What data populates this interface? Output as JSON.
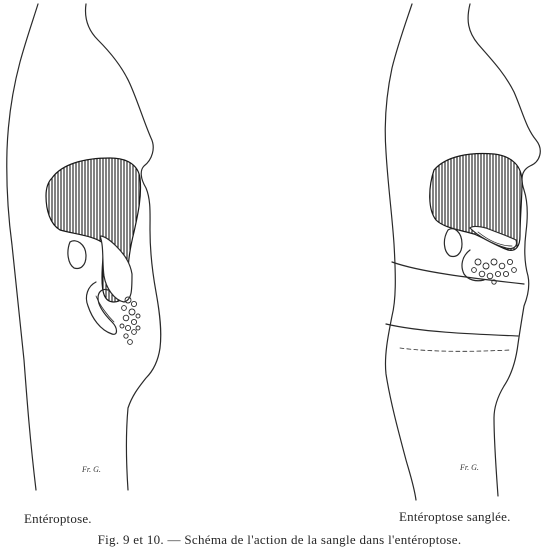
{
  "figure": {
    "left_label": "Entéroptose.",
    "right_label": "Entéroptose sanglée.",
    "caption": "Fig. 9 et 10. — Schéma de l'action de la sangle dans l'entéroptose.",
    "left_signature": "Fr. G.",
    "right_signature": "Fr. G."
  },
  "colors": {
    "ink": "#1f1f1f",
    "paper": "#ffffff"
  }
}
